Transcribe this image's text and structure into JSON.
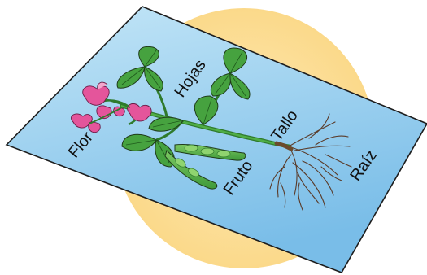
{
  "labels": {
    "flower": "Flor",
    "leaves": "Hojas",
    "stem": "Tallo",
    "fruit": "Fruto",
    "root": "Raíz"
  },
  "colors": {
    "sun_disc": "#fbe3a3",
    "card_top": "#bfe3f6",
    "card_bottom": "#7ec1e9",
    "leaf": "#3f9a3a",
    "leaf_light": "#6cbd56",
    "stem": "#3a8a34",
    "pod": "#58b14a",
    "flower": "#e4559b",
    "flower_light": "#f4a6cc",
    "root": "#5a3a28"
  },
  "icons": {
    "plant": "bean-plant-illustration"
  }
}
